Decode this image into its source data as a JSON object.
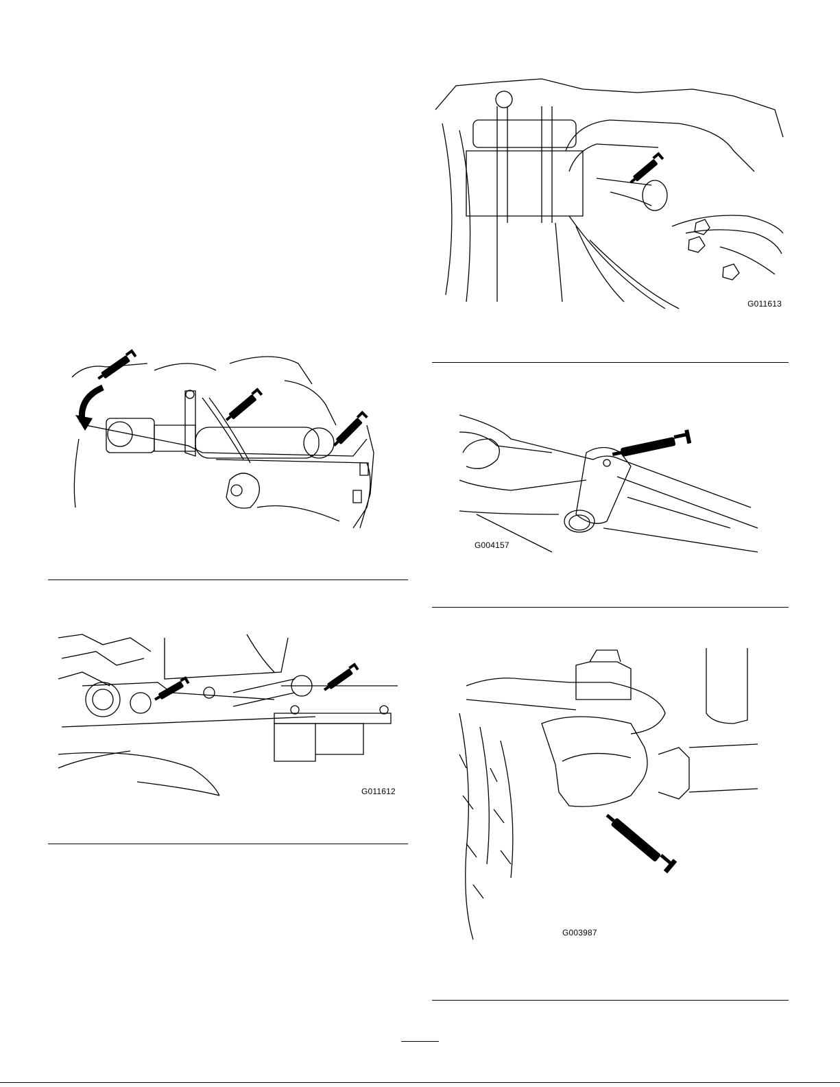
{
  "page": {
    "figures": [
      {
        "id": "fig-rear-axle-pivot",
        "code": "G011613",
        "icons": [
          "grease-gun-icon"
        ]
      },
      {
        "id": "fig-driveshaft",
        "code": "",
        "icons": [
          "grease-gun-icon",
          "grease-gun-icon",
          "grease-gun-icon",
          "curved-arrow-icon"
        ]
      },
      {
        "id": "fig-tie-rod",
        "code": "G004157",
        "icons": [
          "grease-gun-icon"
        ]
      },
      {
        "id": "fig-steering-cylinder",
        "code": "G011612",
        "icons": [
          "grease-gun-icon",
          "grease-gun-icon"
        ]
      },
      {
        "id": "fig-ball-joint",
        "code": "G003987",
        "icons": [
          "grease-gun-icon"
        ]
      }
    ]
  }
}
